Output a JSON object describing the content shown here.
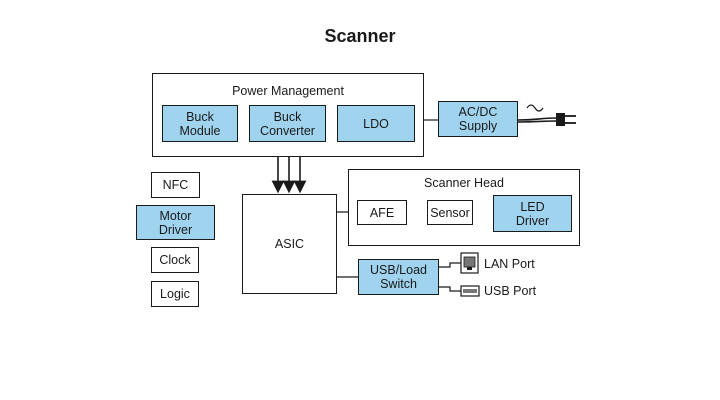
{
  "title": "Scanner",
  "power_management": {
    "label": "Power Management",
    "blocks": [
      {
        "line1": "Buck",
        "line2": "Module"
      },
      {
        "line1": "Buck",
        "line2": "Converter"
      },
      {
        "line1": "LDO"
      }
    ]
  },
  "ac_dc_supply": {
    "line1": "AC/DC",
    "line2": "Supply"
  },
  "left_blocks": {
    "nfc": "NFC",
    "motor_driver": {
      "line1": "Motor",
      "line2": "Driver"
    },
    "clock": "Clock",
    "logic": "Logic"
  },
  "asic": "ASIC",
  "scanner_head": {
    "label": "Scanner Head",
    "afe": "AFE",
    "sensor": "Sensor",
    "led_driver": {
      "line1": "LED",
      "line2": "Driver"
    }
  },
  "usb_load_switch": {
    "line1": "USB/Load",
    "line2": "Switch"
  },
  "ports": {
    "lan": "LAN Port",
    "usb": "USB Port"
  },
  "colors": {
    "block_fill": "#9fd3ee",
    "line": "#1a1a1a"
  }
}
